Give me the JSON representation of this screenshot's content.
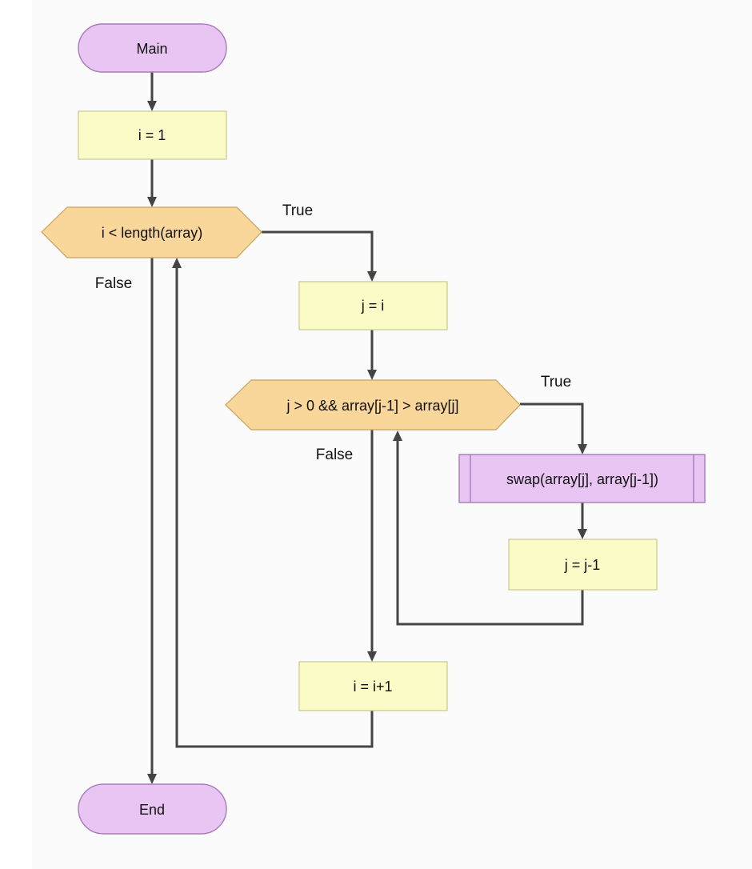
{
  "nodes": {
    "main": "Main",
    "init_i": "i = 1",
    "outer_condition": "i < length(array)",
    "assign_j": "j = i",
    "inner_condition": "j > 0 && array[j-1] > array[j]",
    "swap": "swap(array[j], array[j-1])",
    "decrement_j": "j = j-1",
    "increment_i": "i = i+1",
    "end": "End"
  },
  "edge_labels": {
    "outer_true": "True",
    "outer_false": "False",
    "inner_true": "True",
    "inner_false": "False"
  },
  "colors": {
    "terminal_fill": "#e8c5f2",
    "process_fill": "#fbfbc8",
    "decision_fill": "#f9d69a",
    "edge": "#444444"
  }
}
